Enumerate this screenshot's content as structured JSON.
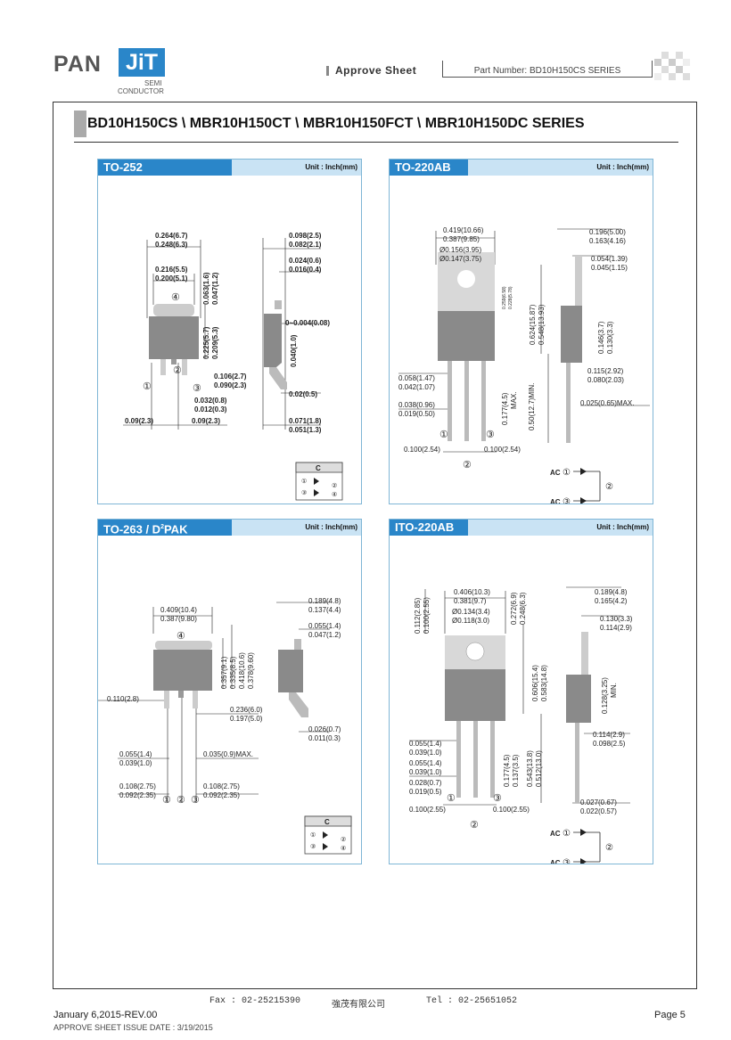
{
  "header": {
    "logo_pan": "PAN",
    "logo_jit": "JiT",
    "logo_semi": "SEMI",
    "logo_conductor": "CONDUCTOR",
    "approve_sheet": "Approve Sheet",
    "part_number": "Part Number: BD10H150CS SERIES"
  },
  "title": "BD10H150CS \\ MBR10H150CT \\ MBR10H150FCT \\ MBR10H150DC SERIES",
  "unit_label": "Unit : Inch(mm)",
  "panels": {
    "to252": {
      "name": "TO-252",
      "dims": [
        "0.264(6.7)",
        "0.248(6.3)",
        "0.216(5.5)",
        "0.200(5.1)",
        "0.063(1.6)",
        "0.047(1.2)",
        "0.225(5.7)",
        "0.209(5.3)",
        "0.106(2.7)",
        "0.090(2.3)",
        "0.032(0.8)",
        "0.012(0.3)",
        "0.09(2.3)",
        "0.09(2.3)",
        "0.098(2.5)",
        "0.082(2.1)",
        "0.024(0.6)",
        "0.016(0.4)",
        "0~0.004(0.08)",
        "0.040(1.0)",
        "0.02(0.5)",
        "0.071(1.8)",
        "0.051(1.3)"
      ],
      "pins": [
        "①",
        "②",
        "③",
        "④"
      ],
      "schematic_label": "C"
    },
    "to220ab": {
      "name": "TO-220AB",
      "dims": [
        "0.419(10.66)",
        "0.387(9.85)",
        "Ø0.156(3.95)",
        "Ø0.147(3.75)",
        "0.259(6.58)",
        "0.228(5.78)",
        "0.624(15.87)",
        "0.548(13.93)",
        "0.196(5.00)",
        "0.163(4.16)",
        "0.054(1.39)",
        "0.045(1.15)",
        "0.146(3.7)",
        "0.130(3.3)",
        "0.058(1.47)",
        "0.042(1.07)",
        "0.177(4.5)",
        "MAX.",
        "0.50(12.7)MIN.",
        "0.038(0.96)",
        "0.019(0.50)",
        "0.115(2.92)",
        "0.080(2.03)",
        "0.025(0.65)MAX.",
        "0.100(2.54)",
        "0.100(2.54)"
      ],
      "pins": [
        "①",
        "②",
        "③"
      ],
      "ac_label": "AC"
    },
    "to263": {
      "name_main": "TO-263 / D",
      "name_sup": "2",
      "name_end": "PAK",
      "dims": [
        "0.409(10.4)",
        "0.387(9.80)",
        "0.357(9.1)",
        "0.335(8.5)",
        "0.418(10.6)",
        "0.378(9.60)",
        "0.189(4.8)",
        "0.137(4.4)",
        "0.055(1.4)",
        "0.047(1.2)",
        "0.110(2.8)",
        "0.236(6.0)",
        "0.197(5.0)",
        "0.026(0.7)",
        "0.011(0.3)",
        "0.055(1.4)",
        "0.039(1.0)",
        "0.035(0.9)MAX.",
        "0.108(2.75)",
        "0.092(2.35)",
        "0.108(2.75)",
        "0.092(2.35)"
      ],
      "pins": [
        "①",
        "②",
        "③",
        "④"
      ],
      "schematic_label": "C"
    },
    "ito220ab": {
      "name": "ITO-220AB",
      "dims": [
        "0.112(2.85)",
        "0.100(2.55)",
        "0.406(10.3)",
        "0.381(9.7)",
        "Ø0.134(3.4)",
        "Ø0.118(3.0)",
        "0.272(6.9)",
        "0.248(6.3)",
        "0.189(4.8)",
        "0.165(4.2)",
        "0.130(3.3)",
        "0.114(2.9)",
        "0.606(15.4)",
        "0.583(14.8)",
        "0.128(3.25)",
        "MIN.",
        "0.114(2.9)",
        "0.098(2.5)",
        "0.055(1.4)",
        "0.039(1.0)",
        "0.055(1.4)",
        "0.039(1.0)",
        "0.028(0.7)",
        "0.019(0.5)",
        "0.177(4.5)",
        "0.137(3.5)",
        "0.543(13.8)",
        "0.512(13.0)",
        "0.027(0.67)",
        "0.022(0.57)",
        "0.100(2.55)",
        "0.100(2.55)"
      ],
      "pins": [
        "①",
        "②",
        "③"
      ],
      "ac_label": "AC"
    }
  },
  "footer": {
    "fax": "Fax : 02-25215390",
    "company": "強茂有限公司",
    "tel": "Tel : 02-25651052",
    "date_rev": "January 6,2015-REV.00",
    "issue_date": "APPROVE SHEET ISSUE DATE : 3/19/2015",
    "page": "Page 5"
  }
}
